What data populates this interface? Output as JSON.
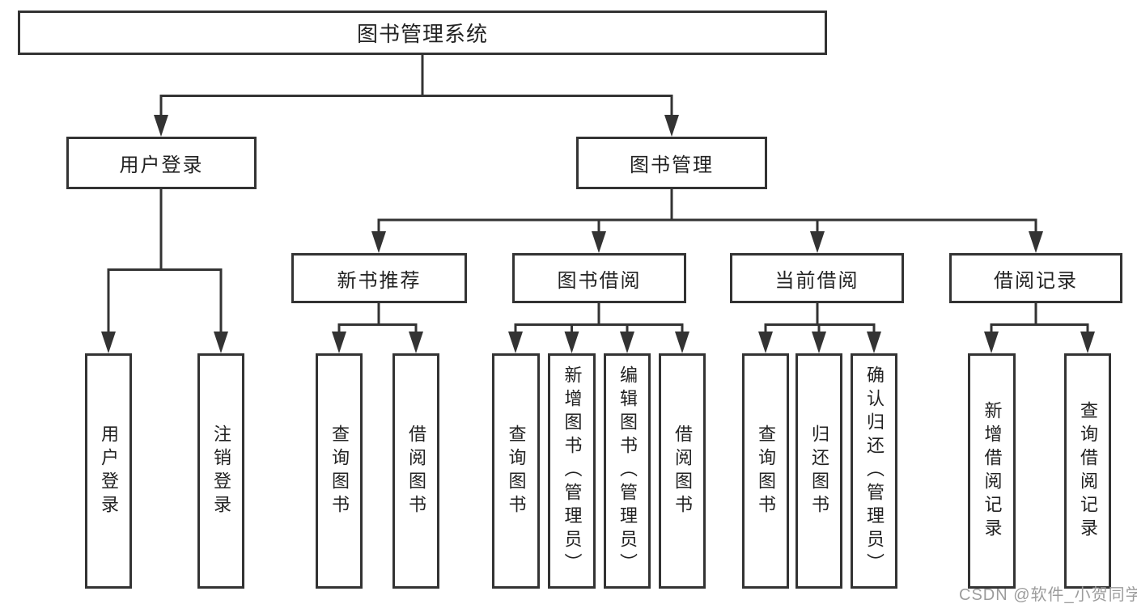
{
  "diagram": {
    "type": "hierarchy-tree",
    "root": "图书管理系统",
    "level2": {
      "user_login": "用户登录",
      "book_management": "图书管理"
    },
    "level3": {
      "new_book_recommend": "新书推荐",
      "book_borrow": "图书借阅",
      "current_borrow": "当前借阅",
      "borrow_records": "借阅记录"
    },
    "leaves": {
      "login": [
        "用户登录",
        "注销登录"
      ],
      "recommend": [
        "查询图书",
        "借阅图书"
      ],
      "borrow": [
        "查询图书",
        "新增图书（管理员）",
        "编辑图书（管理员）",
        "借阅图书"
      ],
      "current": [
        "查询图书",
        "归还图书",
        "确认归还（管理员）"
      ],
      "records": [
        "新增借阅记录",
        "查询借阅记录"
      ]
    }
  },
  "watermark": "CSDN @软件_小贺同学",
  "colors": {
    "line": "#333333",
    "text": "#222222",
    "watermark": "#9c9c9c",
    "background": "#ffffff"
  }
}
